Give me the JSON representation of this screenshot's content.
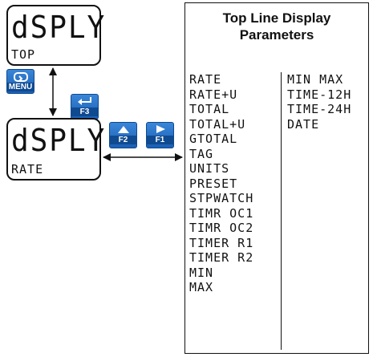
{
  "displays": {
    "top": {
      "main": "dSPLY",
      "sub": "TOP"
    },
    "rate": {
      "main": "dSPLY",
      "sub": "RATE"
    }
  },
  "keys": {
    "menu": "MENU",
    "f3": "F3",
    "f2": "F2",
    "f1": "F1"
  },
  "panel": {
    "title_line1": "Top Line Display",
    "title_line2": "Parameters",
    "left_column": [
      "RATE",
      "RATE+U",
      "TOTAL",
      "TOTAL+U",
      "GTOTAL",
      "TAG",
      "UNITS",
      "PRESET",
      "STPWATCH",
      "TIMR OC1",
      "TIMR OC2",
      "TIMER R1",
      "TIMER R2",
      "MIN",
      "MAX"
    ],
    "right_column": [
      "MIN MAX",
      "TIME-12H",
      "TIME-24H",
      "DATE"
    ]
  },
  "colors": {
    "key_blue": "#1a5fb4",
    "outline": "#111111"
  }
}
